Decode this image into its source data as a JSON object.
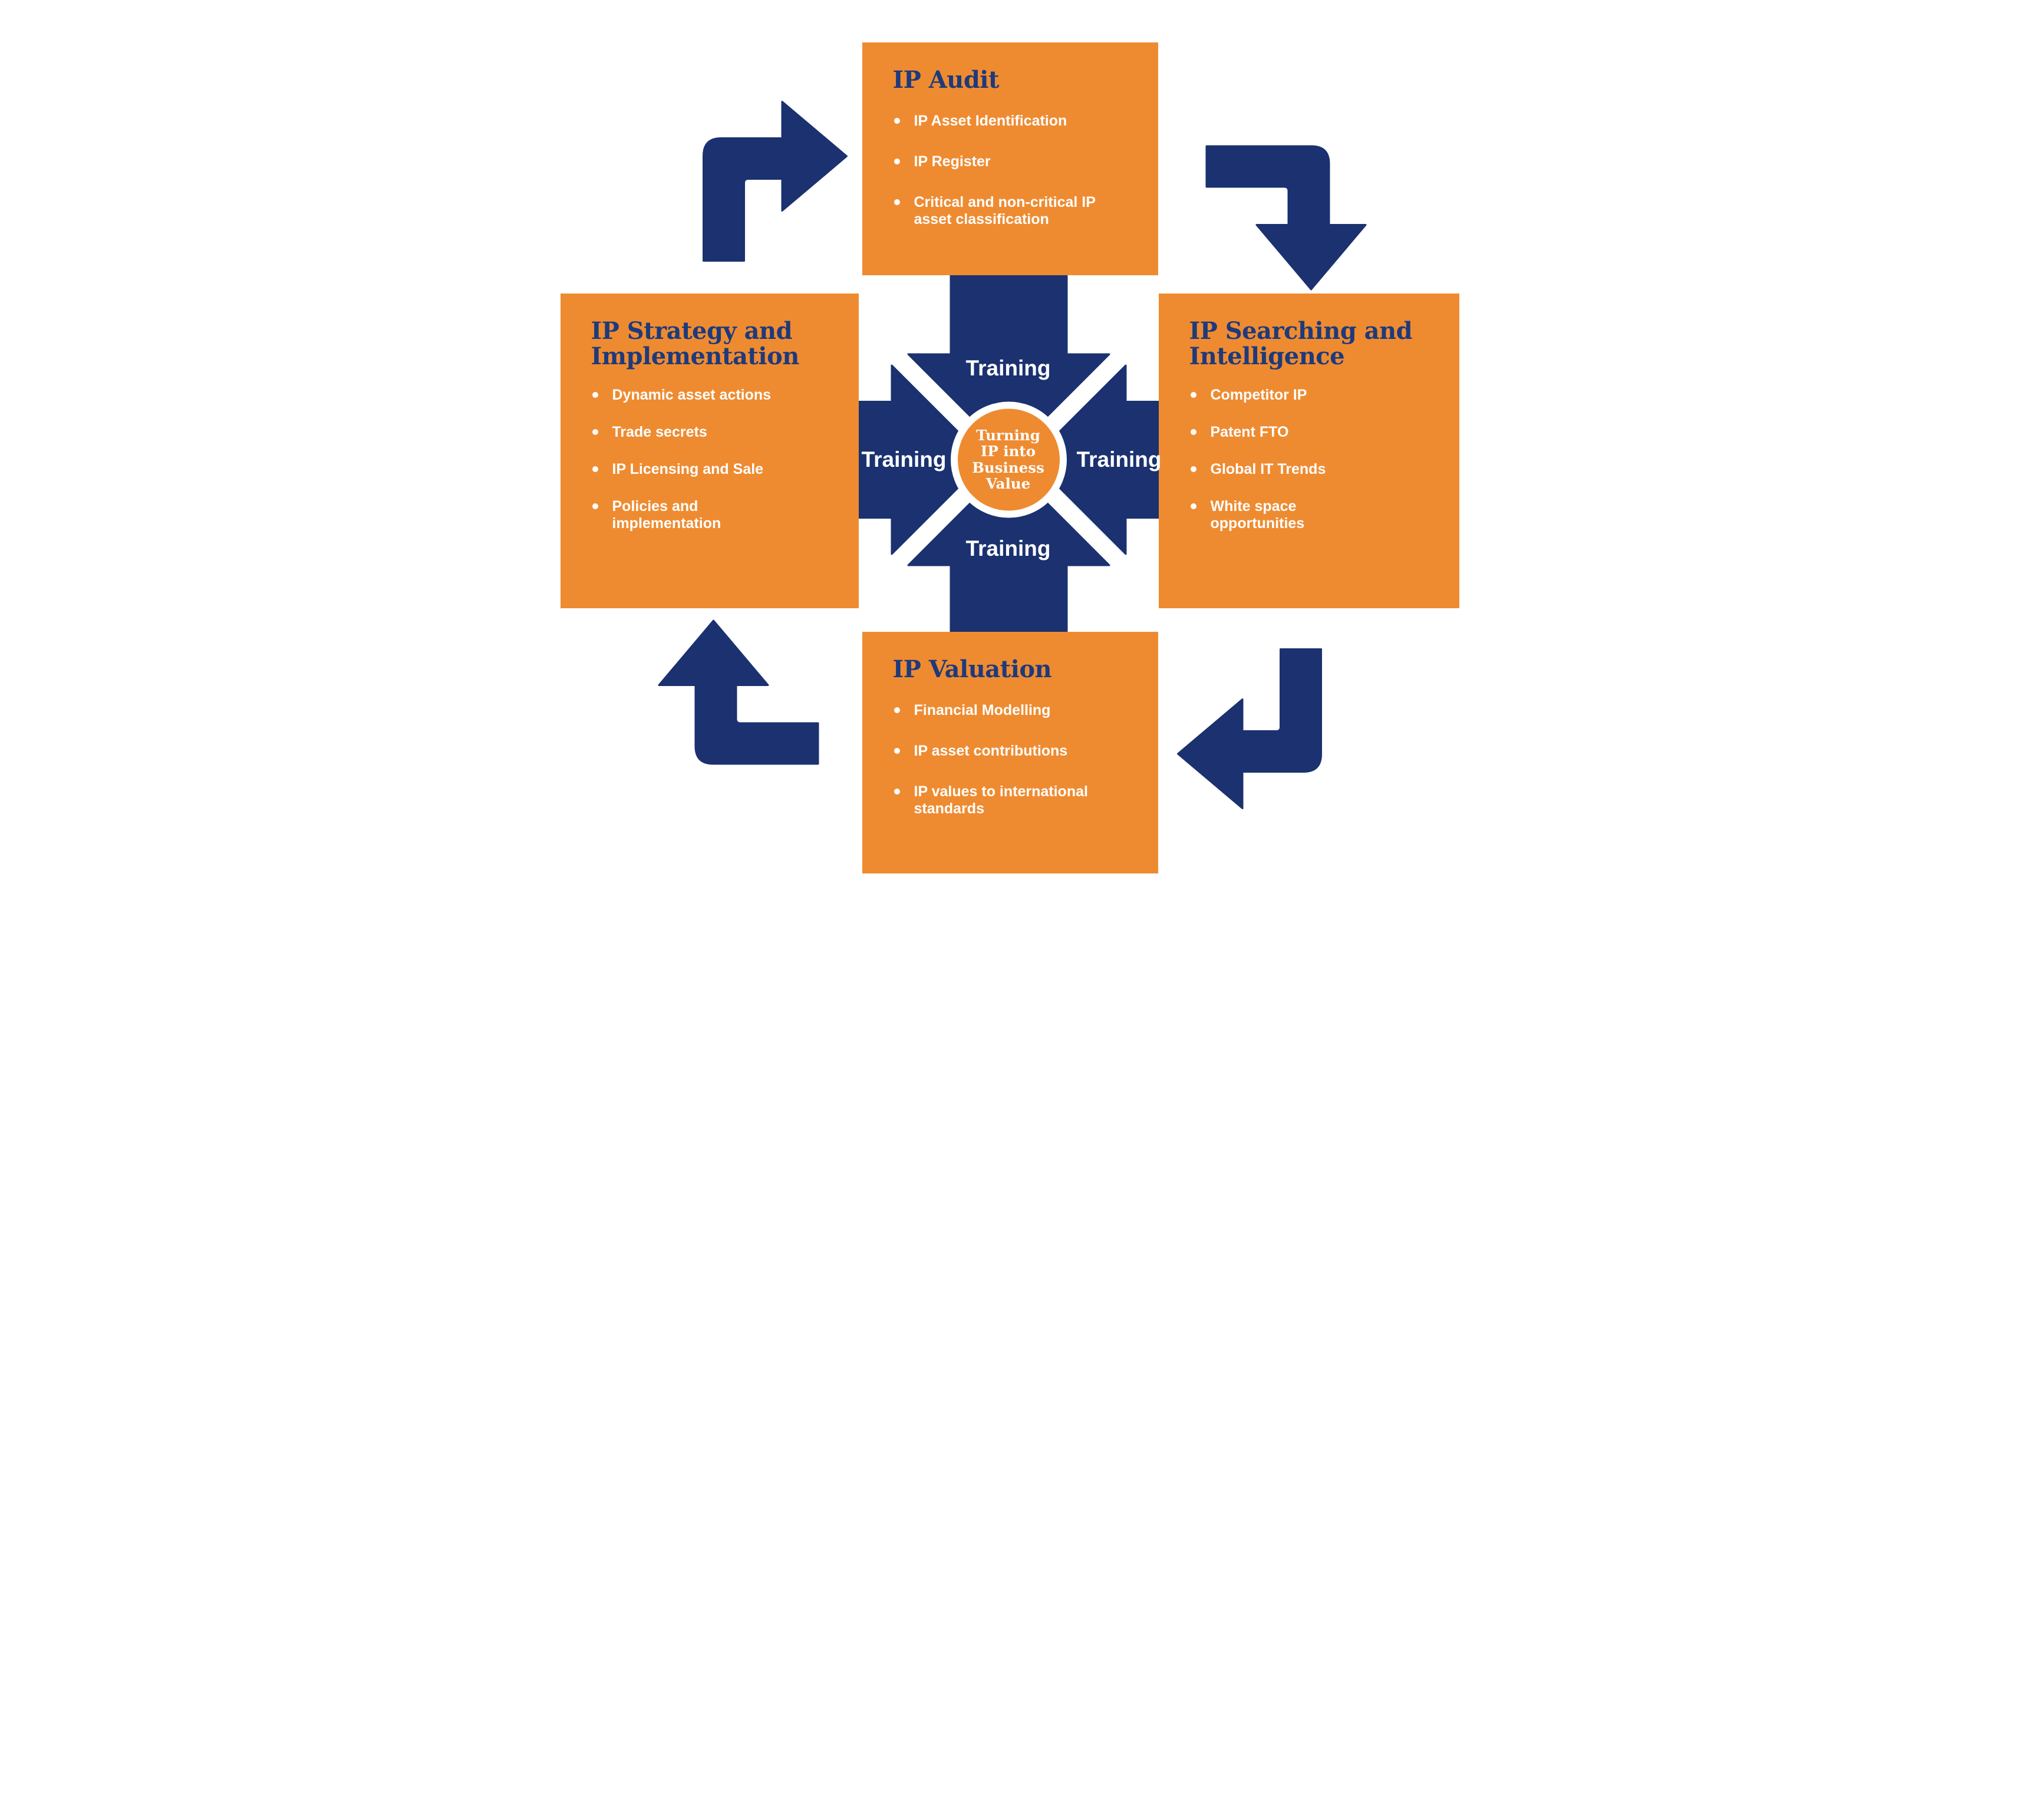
{
  "colors": {
    "orange": "#EE8B31",
    "blue": "#1B3170",
    "heading_blue": "#1E3A7B",
    "text_white": "#FFFFFF"
  },
  "center": {
    "text": "Turning\nIP into\nBusiness\nValue"
  },
  "training_labels": {
    "top": "Training",
    "right": "Training",
    "bottom": "Training",
    "left": "Training"
  },
  "boxes": {
    "top": {
      "title": "IP Audit",
      "bullets": [
        "IP Asset Identification",
        "IP Register",
        "Critical and non-critical IP\nasset classification"
      ]
    },
    "right": {
      "title": "IP Searching and\nIntelligence",
      "bullets": [
        "Competitor IP",
        "Patent FTO",
        "Global IT Trends",
        "White space\nopportunities"
      ]
    },
    "bottom": {
      "title": "IP Valuation",
      "bullets": [
        "Financial Modelling",
        "IP asset contributions",
        "IP values to international\nstandards"
      ]
    },
    "left": {
      "title": "IP Strategy and\nImplementation",
      "bullets": [
        "Dynamic asset actions",
        "Trade secrets",
        "IP Licensing and Sale",
        "Policies and\nimplementation"
      ]
    }
  }
}
